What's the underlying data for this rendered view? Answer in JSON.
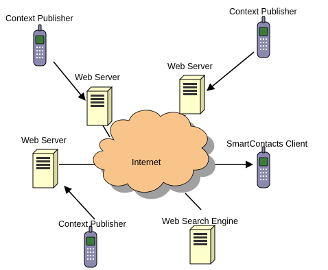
{
  "labels": {
    "publisher_top_left": "Context Publisher",
    "publisher_top_right": "Context Publisher",
    "publisher_bottom": "Context Publisher",
    "server_left_top": "Web Server",
    "server_right_top": "Web Server",
    "server_left": "Web Server",
    "client": "SmartContacts Client",
    "search_engine": "Web Search Engine",
    "cloud": "Internet"
  },
  "colors": {
    "cloud_fill": "#f9c48a",
    "cloud_shadow": "#a0a0a0",
    "server_fill": "#ffffcc",
    "phone_body": "#8a8ab0",
    "phone_screen": "#3c7a3c"
  }
}
